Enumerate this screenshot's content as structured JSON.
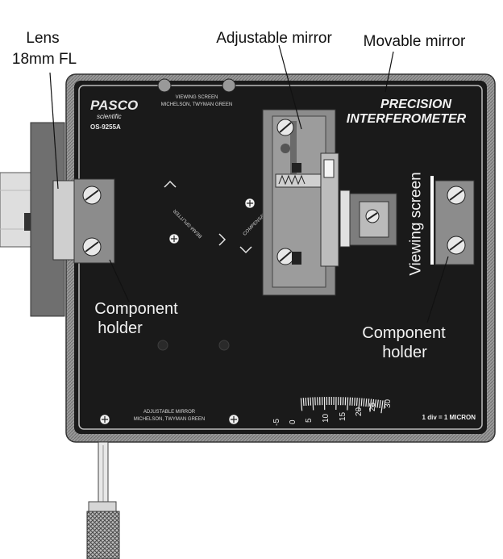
{
  "callouts": {
    "lens": "Lens",
    "lens_focal_length": "18mm FL",
    "adjustable_mirror": "Adjustable mirror",
    "movable_mirror": "Movable mirror",
    "component_holder_left_line1": "Component",
    "component_holder_left_line2": "holder",
    "component_holder_right_line1": "Component",
    "component_holder_right_line2": "holder",
    "viewing_screen": "Viewing screen"
  },
  "plate": {
    "brand": "PASCO",
    "brand_sub": "scientific",
    "model": "OS-9255A",
    "title_line1": "PRECISION",
    "title_line2": "INTERFEROMETER",
    "viewing_screen_label_line1": "VIEWING SCREEN",
    "viewing_screen_label_line2": "MICHELSON, TWYMAN GREEN",
    "adjustable_mirror_label_line1": "ADJUSTABLE MIRROR",
    "adjustable_mirror_label_line2": "MICHELSON, TWYMAN GREEN",
    "beam_splitter_label": "BEAM-SPLITTER",
    "compensator_label": "COMPENSATOR",
    "micrometer_note": "1 div = 1 MICRON"
  },
  "scale": {
    "tick_labels": [
      "-5",
      "0",
      "5",
      "10",
      "15",
      "20",
      "25",
      "30"
    ]
  },
  "colors": {
    "plate": "#1a1a1a",
    "component": "#8c8c8c",
    "label_text": "#111111"
  }
}
